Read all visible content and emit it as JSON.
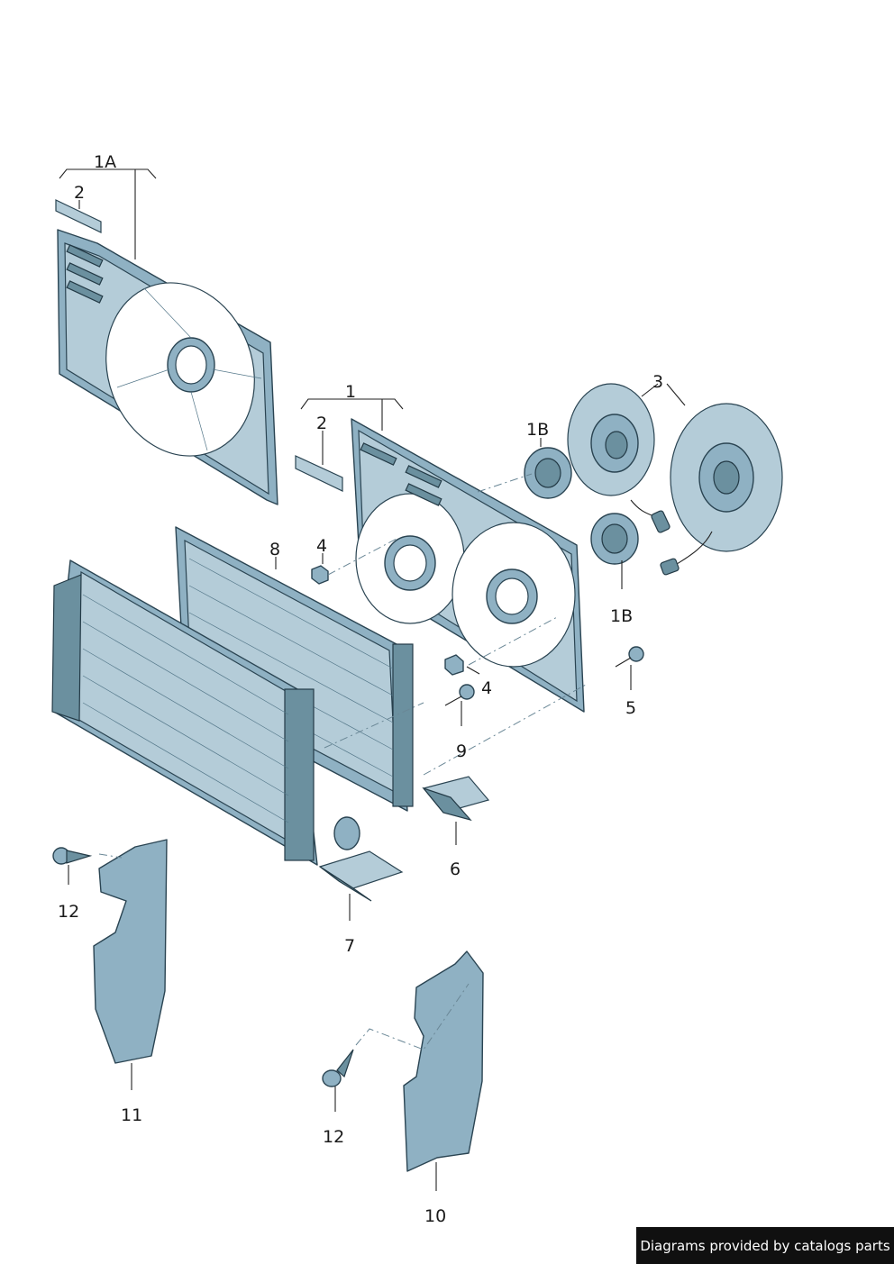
{
  "callouts": {
    "c_1A": "1A",
    "c_2_top": "2",
    "c_1": "1",
    "c_2_mid": "2",
    "c_3": "3",
    "c_1B_top": "1B",
    "c_1B_bottom": "1B",
    "c_8": "8",
    "c_4_top": "4",
    "c_4_bottom": "4",
    "c_5": "5",
    "c_9": "9",
    "c_6": "6",
    "c_7": "7",
    "c_12_left": "12",
    "c_11": "11",
    "c_12_bottom": "12",
    "c_10": "10"
  },
  "credit": {
    "text": "Diagrams provided by catalogs parts"
  }
}
